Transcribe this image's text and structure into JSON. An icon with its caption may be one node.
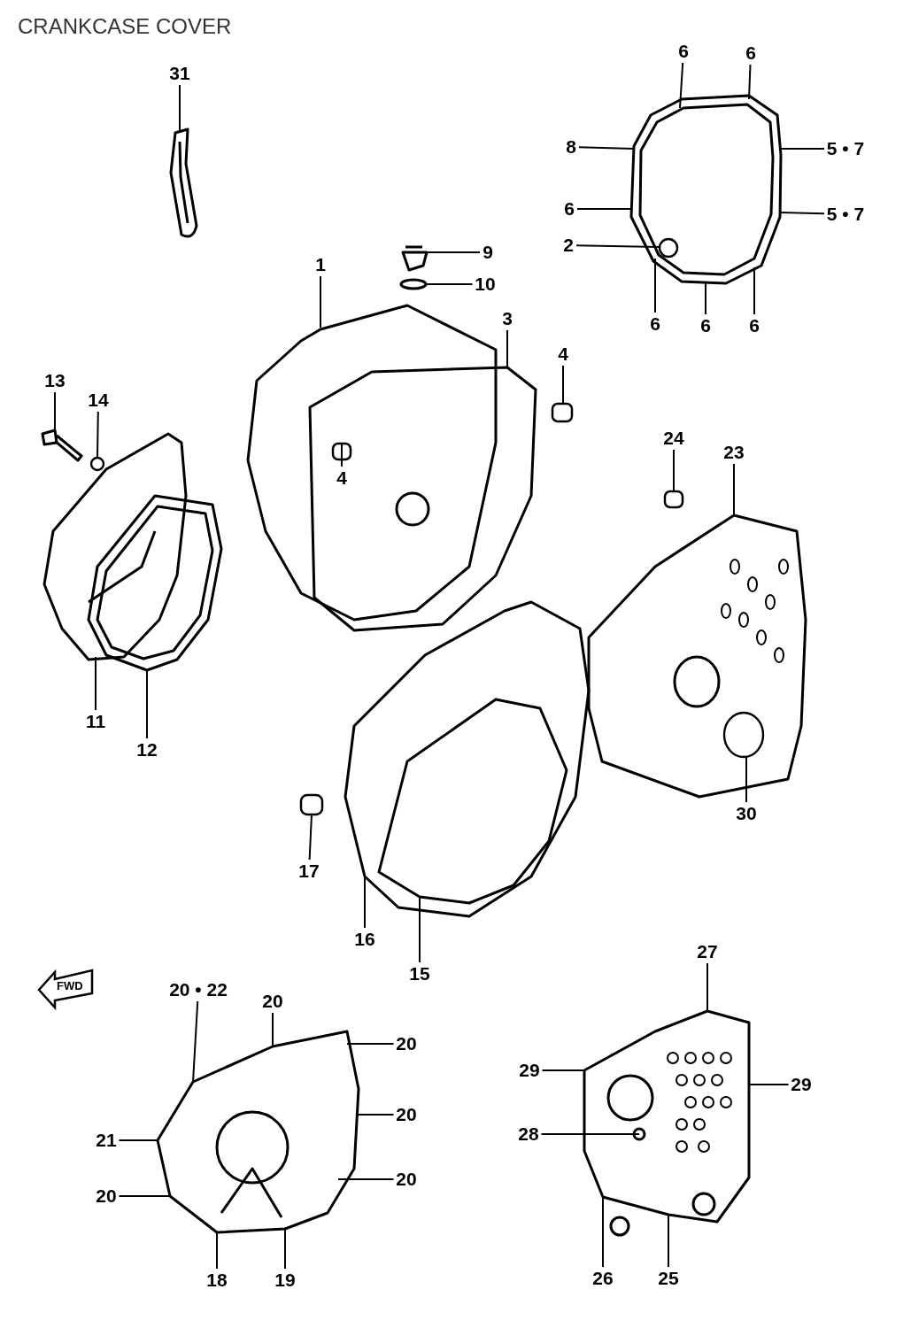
{
  "diagram": {
    "title": "CRANKCASE COVER",
    "nodes": [
      {
        "text": [
          "31"
        ]
      },
      {
        "text": [
          "6"
        ]
      },
      {
        "text": [
          "6"
        ]
      },
      {
        "text": [
          "8"
        ]
      },
      {
        "text": [
          "5 • 7"
        ]
      },
      {
        "text": [
          "6"
        ]
      },
      {
        "text": [
          "5 • 7"
        ]
      },
      {
        "text": [
          "2"
        ]
      },
      {
        "text": [
          "9"
        ]
      },
      {
        "text": [
          "1"
        ]
      },
      {
        "text": [
          "10"
        ]
      },
      {
        "text": [
          "6"
        ]
      },
      {
        "text": [
          "6"
        ]
      },
      {
        "text": [
          "6"
        ]
      },
      {
        "text": [
          "3"
        ]
      },
      {
        "text": [
          "4"
        ]
      },
      {
        "text": [
          "13"
        ]
      },
      {
        "text": [
          "14"
        ]
      },
      {
        "text": [
          "4"
        ]
      },
      {
        "text": [
          "24"
        ]
      },
      {
        "text": [
          "23"
        ]
      },
      {
        "text": [
          "11"
        ]
      },
      {
        "text": [
          "12"
        ]
      },
      {
        "text": [
          "30"
        ]
      },
      {
        "text": [
          "17"
        ]
      },
      {
        "text": [
          "16"
        ]
      },
      {
        "text": [
          "15"
        ]
      },
      {
        "text": [
          "27"
        ]
      },
      {
        "text": [
          "20 • 22"
        ]
      },
      {
        "text": [
          "20"
        ]
      },
      {
        "text": [
          "20"
        ]
      },
      {
        "text": [
          "29"
        ]
      },
      {
        "text": [
          "29"
        ]
      },
      {
        "text": [
          "20"
        ]
      },
      {
        "text": [
          "21"
        ]
      },
      {
        "text": [
          "28"
        ]
      },
      {
        "text": [
          "20"
        ]
      },
      {
        "text": [
          "20"
        ]
      },
      {
        "text": [
          "26"
        ]
      },
      {
        "text": [
          "25"
        ]
      },
      {
        "text": [
          "18"
        ]
      },
      {
        "text": [
          "19"
        ]
      },
      {
        "text": [],
        "shape": "picture"
      },
      {
        "text": [],
        "shape": "picture"
      },
      {
        "text": [],
        "shape": "picture"
      },
      {
        "text": [],
        "shape": "circle",
        "in": 43
      },
      {
        "text": [],
        "shape": "picture"
      },
      {
        "text": [],
        "shape": "picture"
      },
      {
        "text": [],
        "shape": "picture"
      },
      {
        "text": [],
        "shape": "box"
      },
      {
        "text": [],
        "shape": "picture"
      },
      {
        "text": [],
        "shape": "circle"
      },
      {
        "text": [],
        "shape": "box"
      },
      {
        "text": [],
        "shape": "picture"
      },
      {
        "text": [],
        "shape": "picture"
      },
      {
        "text": [],
        "shape": "box"
      },
      {
        "text": [],
        "shape": "picture"
      },
      {
        "text": [],
        "shape": "circle",
        "in": 56
      },
      {
        "text": [],
        "shape": "box"
      },
      {
        "text": [],
        "shape": "picture"
      },
      {
        "text": [],
        "shape": "picture",
        "in": 59
      },
      {
        "text": [],
        "shape": "picture"
      },
      {
        "text": [],
        "shape": "picture"
      }
    ],
    "edges": [
      {
        "from": 0,
        "to": 42,
        "arrow": "none"
      },
      {
        "from": 1,
        "to": 43,
        "arrow": "none"
      },
      {
        "from": 2,
        "to": 43,
        "arrow": "none"
      },
      {
        "from": 3,
        "to": 43,
        "arrow": "none"
      },
      {
        "from": 4,
        "to": 43,
        "arrow": "none"
      },
      {
        "from": 5,
        "to": 43,
        "arrow": "none"
      },
      {
        "from": 6,
        "to": 43,
        "arrow": "none"
      },
      {
        "from": 7,
        "to": 45,
        "arrow": "none"
      },
      {
        "from": 8,
        "to": 44,
        "arrow": "none"
      },
      {
        "from": 9,
        "to": 47,
        "arrow": "none"
      },
      {
        "from": 10,
        "to": 46,
        "arrow": "none"
      },
      {
        "from": 11,
        "to": 43,
        "arrow": "none"
      },
      {
        "from": 12,
        "to": 43,
        "arrow": "none"
      },
      {
        "from": 13,
        "to": 43,
        "arrow": "none"
      },
      {
        "from": 14,
        "to": 48,
        "arrow": "none"
      },
      {
        "from": 15,
        "to": 49,
        "arrow": "none"
      },
      {
        "from": 16,
        "to": 50,
        "arrow": "none"
      },
      {
        "from": 17,
        "to": 51,
        "arrow": "none"
      },
      {
        "from": 18,
        "to": 52,
        "arrow": "none"
      },
      {
        "from": 19,
        "to": 55,
        "arrow": "none"
      },
      {
        "from": 20,
        "to": 56,
        "arrow": "none"
      },
      {
        "from": 21,
        "to": 53,
        "arrow": "none"
      },
      {
        "from": 22,
        "to": 54,
        "arrow": "none"
      },
      {
        "from": 23,
        "to": 57,
        "arrow": "none"
      },
      {
        "from": 24,
        "to": 58,
        "arrow": "none"
      },
      {
        "from": 25,
        "to": 59,
        "arrow": "none"
      },
      {
        "from": 26,
        "to": 60,
        "arrow": "none"
      },
      {
        "from": 27,
        "to": 62,
        "arrow": "none"
      },
      {
        "from": 28,
        "to": 61,
        "arrow": "none"
      },
      {
        "from": 29,
        "to": 61,
        "arrow": "none"
      },
      {
        "from": 30,
        "to": 61,
        "arrow": "none"
      },
      {
        "from": 31,
        "to": 62,
        "arrow": "none"
      },
      {
        "from": 32,
        "to": 62,
        "arrow": "none"
      },
      {
        "from": 33,
        "to": 61,
        "arrow": "none"
      },
      {
        "from": 34,
        "to": 61,
        "arrow": "none"
      },
      {
        "from": 35,
        "to": 62,
        "arrow": "none"
      },
      {
        "from": 36,
        "to": 61,
        "arrow": "none"
      },
      {
        "from": 37,
        "to": 61,
        "arrow": "none"
      },
      {
        "from": 38,
        "to": 62,
        "arrow": "none"
      },
      {
        "from": 39,
        "to": 62,
        "arrow": "none"
      },
      {
        "from": 40,
        "to": 61,
        "arrow": "none"
      },
      {
        "from": 41,
        "to": 61,
        "arrow": "none"
      }
    ],
    "labels": [
      "FWD"
    ]
  }
}
